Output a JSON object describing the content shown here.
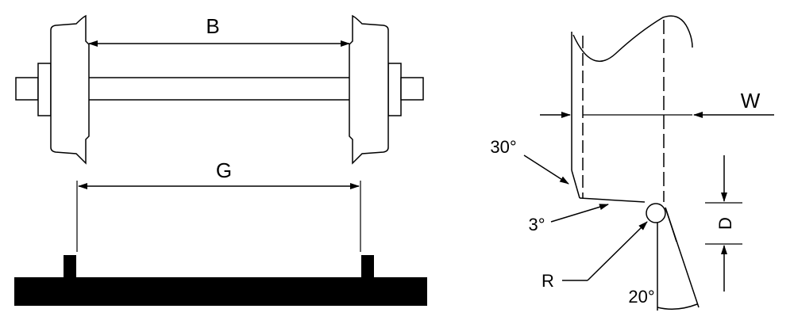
{
  "labels": {
    "back_to_back": "B",
    "gauge": "G",
    "flange_width": "W",
    "flange_depth": "D",
    "flange_back_angle": "30°",
    "tread_angle": "3°",
    "root_radius": "R",
    "flange_angle": "20°"
  },
  "colors": {
    "ink": "#000000",
    "background": "#ffffff"
  }
}
